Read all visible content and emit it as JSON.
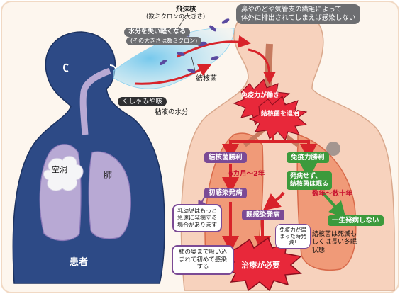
{
  "labels": {
    "droplet_title": "飛沫核",
    "droplet_sub": "(数ミクロンの大きさ)",
    "dry_title": "水分を失い軽くなる",
    "dry_sub": "(その大きさは数ミクロン)",
    "bacteria": "結核菌",
    "sneeze": "くしゃみや咳",
    "saliva": "粘液の水分",
    "cavity": "空洞",
    "lung": "肺",
    "patient": "患者",
    "top_note_line1": "鼻やのどや気管支の繊毛によって",
    "top_note_line2": "体外に排出されてしまえば感染しない",
    "immune_works": "免疫力が働き",
    "expel": "結核菌を退治",
    "tb_wins": "結核菌勝利",
    "immune_wins": "免疫力勝利",
    "months": "6カ月〜2年",
    "no_onset_line1": "発病せず、",
    "no_onset_line2": "結核菌は眠る",
    "years": "数年〜数十年",
    "primary": "初感染発病",
    "child_note": "乳幼児はもっと急速に発病する場合があります",
    "secondary": "既感染発病",
    "weak_note": "免疫力が弱まった時発病!",
    "lifelong": "一生発病しない",
    "dormant": "結核菌は死滅もしくは長い冬眠状態",
    "deep_note": "肺の奥まで吸い込まれて初めて感染する",
    "treatment": "治療が必要"
  },
  "colors": {
    "patient_body": "#2d4a86",
    "patient_lung": "#b8a9d4",
    "receiver_body": "#f7d2bd",
    "receiver_lung": "#f09a78",
    "arrow_red": "#d8232a",
    "green": "#3c9a3c",
    "purple": "#7b4a95",
    "bacteria": "#5a4aa0",
    "starburst_red": "#e8283a",
    "starburst_dark": "#8a0d1d"
  }
}
